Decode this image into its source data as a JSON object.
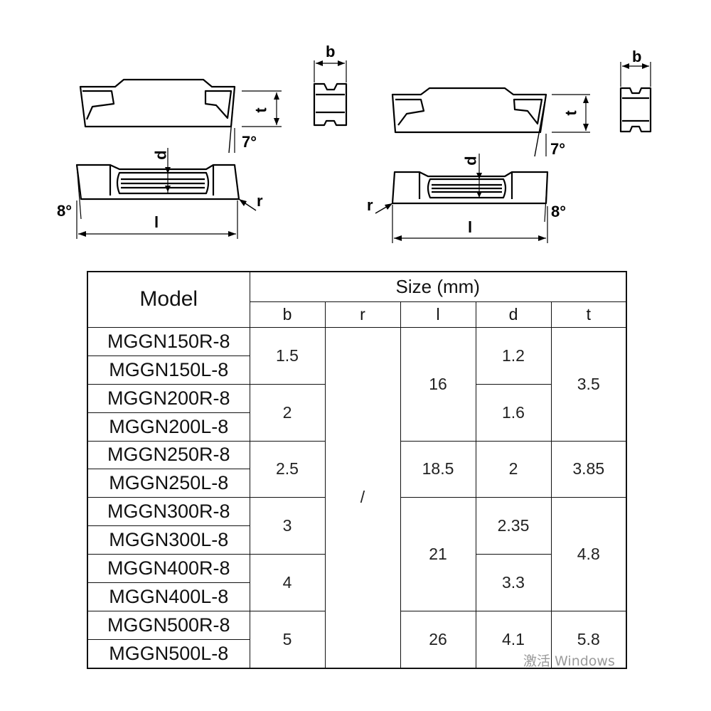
{
  "drawing": {
    "left_labels": {
      "b": "b",
      "t": "t",
      "angle_top": "7°",
      "d": "d",
      "r": "r",
      "angle_bottom": "8°",
      "l": "l"
    },
    "right_labels": {
      "b": "b",
      "t": "t",
      "angle_top": "7°",
      "d": "d",
      "r": "r",
      "angle_bottom": "8°",
      "l": "l"
    }
  },
  "table": {
    "header_model": "Model",
    "header_size": "Size (mm)",
    "columns": [
      "b",
      "r",
      "l",
      "d",
      "t"
    ],
    "models": [
      "MGGN150R-8",
      "MGGN150L-8",
      "MGGN200R-8",
      "MGGN200L-8",
      "MGGN250R-8",
      "MGGN250L-8",
      "MGGN300R-8",
      "MGGN300L-8",
      "MGGN400R-8",
      "MGGN400L-8",
      "MGGN500R-8",
      "MGGN500L-8"
    ],
    "b_values": [
      "1.5",
      "2",
      "2.5",
      "3",
      "4",
      "5"
    ],
    "r_value": "/",
    "l_values": [
      "16",
      "18.5",
      "21",
      "26"
    ],
    "d_values": [
      "1.2",
      "1.6",
      "2",
      "2.35",
      "3.3",
      "4.1"
    ],
    "t_values": [
      "3.5",
      "3.85",
      "4.8",
      "5.8"
    ]
  },
  "watermark": "激活 Windows"
}
